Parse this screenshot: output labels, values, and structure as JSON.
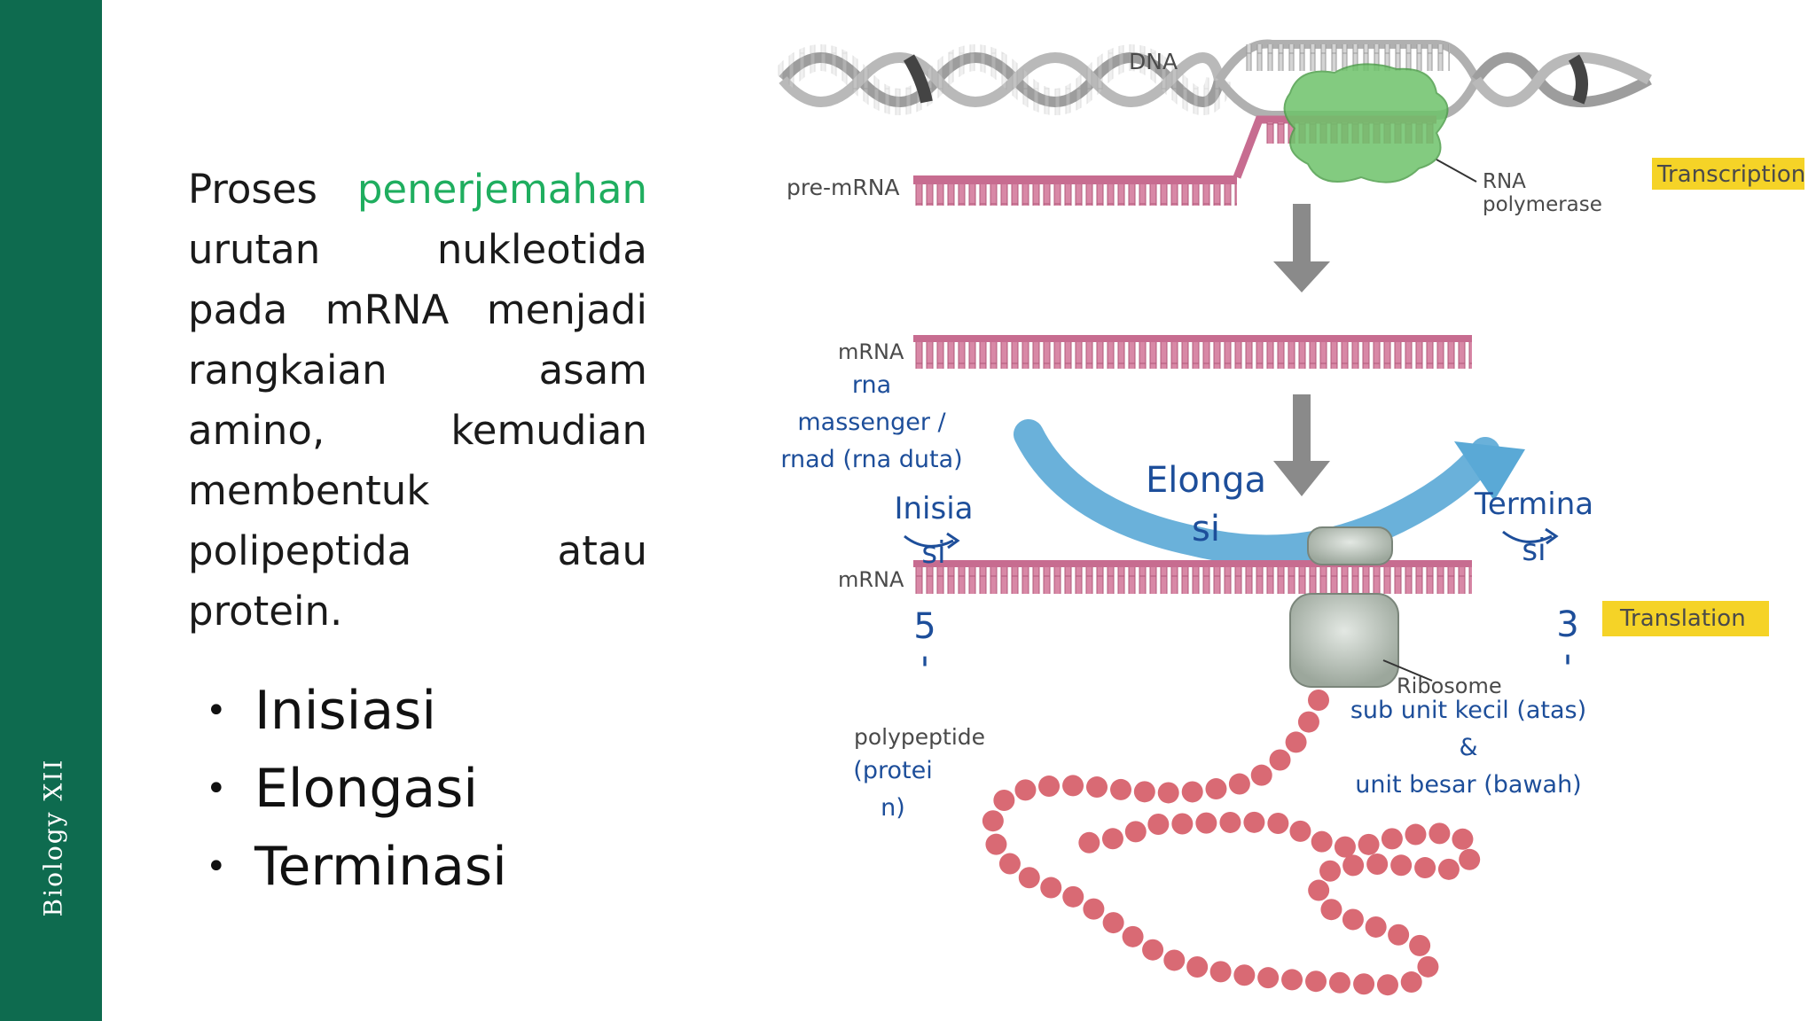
{
  "sidebar": {
    "label": "Biology XII"
  },
  "paragraph": {
    "line1_a": "Proses",
    "line1_b": "penerjemahan",
    "line2_a": "urutan",
    "line2_b": "nukleotida",
    "line3_a": "pada",
    "line3_b": "mRNA",
    "line3_c": "menjadi",
    "line4_a": "rangkaian",
    "line4_b": "asam",
    "line5_a": "amino,",
    "line5_b": "kemudian",
    "line6_a": "membentuk",
    "line7_a": "polipeptida",
    "line7_b": "atau",
    "line8_a": "protein."
  },
  "bullets": [
    "Inisiasi",
    "Elongasi",
    "Terminasi"
  ],
  "diagram": {
    "dna": "DNA",
    "pre_mrna": "pre-mRNA",
    "rna_polymerase_1": "RNA",
    "rna_polymerase_2": "polymerase",
    "transcription": "Transcription",
    "mrna_top": "mRNA",
    "rna_note_1": "rna",
    "rna_note_2": "massenger /",
    "rna_note_3": "rnad (rna duta)",
    "elongasi_1": "Elonga",
    "elongasi_2": "si",
    "inisiasi_1": "Inisia",
    "inisiasi_2": "si",
    "terminasi_1": "Termina",
    "terminasi_2": "si",
    "mrna_bottom": "mRNA",
    "five_prime_a": "5",
    "five_prime_b": "'",
    "three_prime_a": "3",
    "three_prime_b": "'",
    "translation": "Translation",
    "ribosome": "Ribosome",
    "ribosome_note_1": "sub unit kecil (atas)",
    "ribosome_note_2": "&",
    "ribosome_note_3": "unit besar (bawah)",
    "polypeptide": "polypeptide",
    "protein_1": "(protei",
    "protein_2": "n)"
  },
  "colors": {
    "sidebar": "#0e6b4f",
    "accent": "#1fae5f",
    "annotation": "#1d4e9a",
    "highlight": "#f5d327"
  }
}
